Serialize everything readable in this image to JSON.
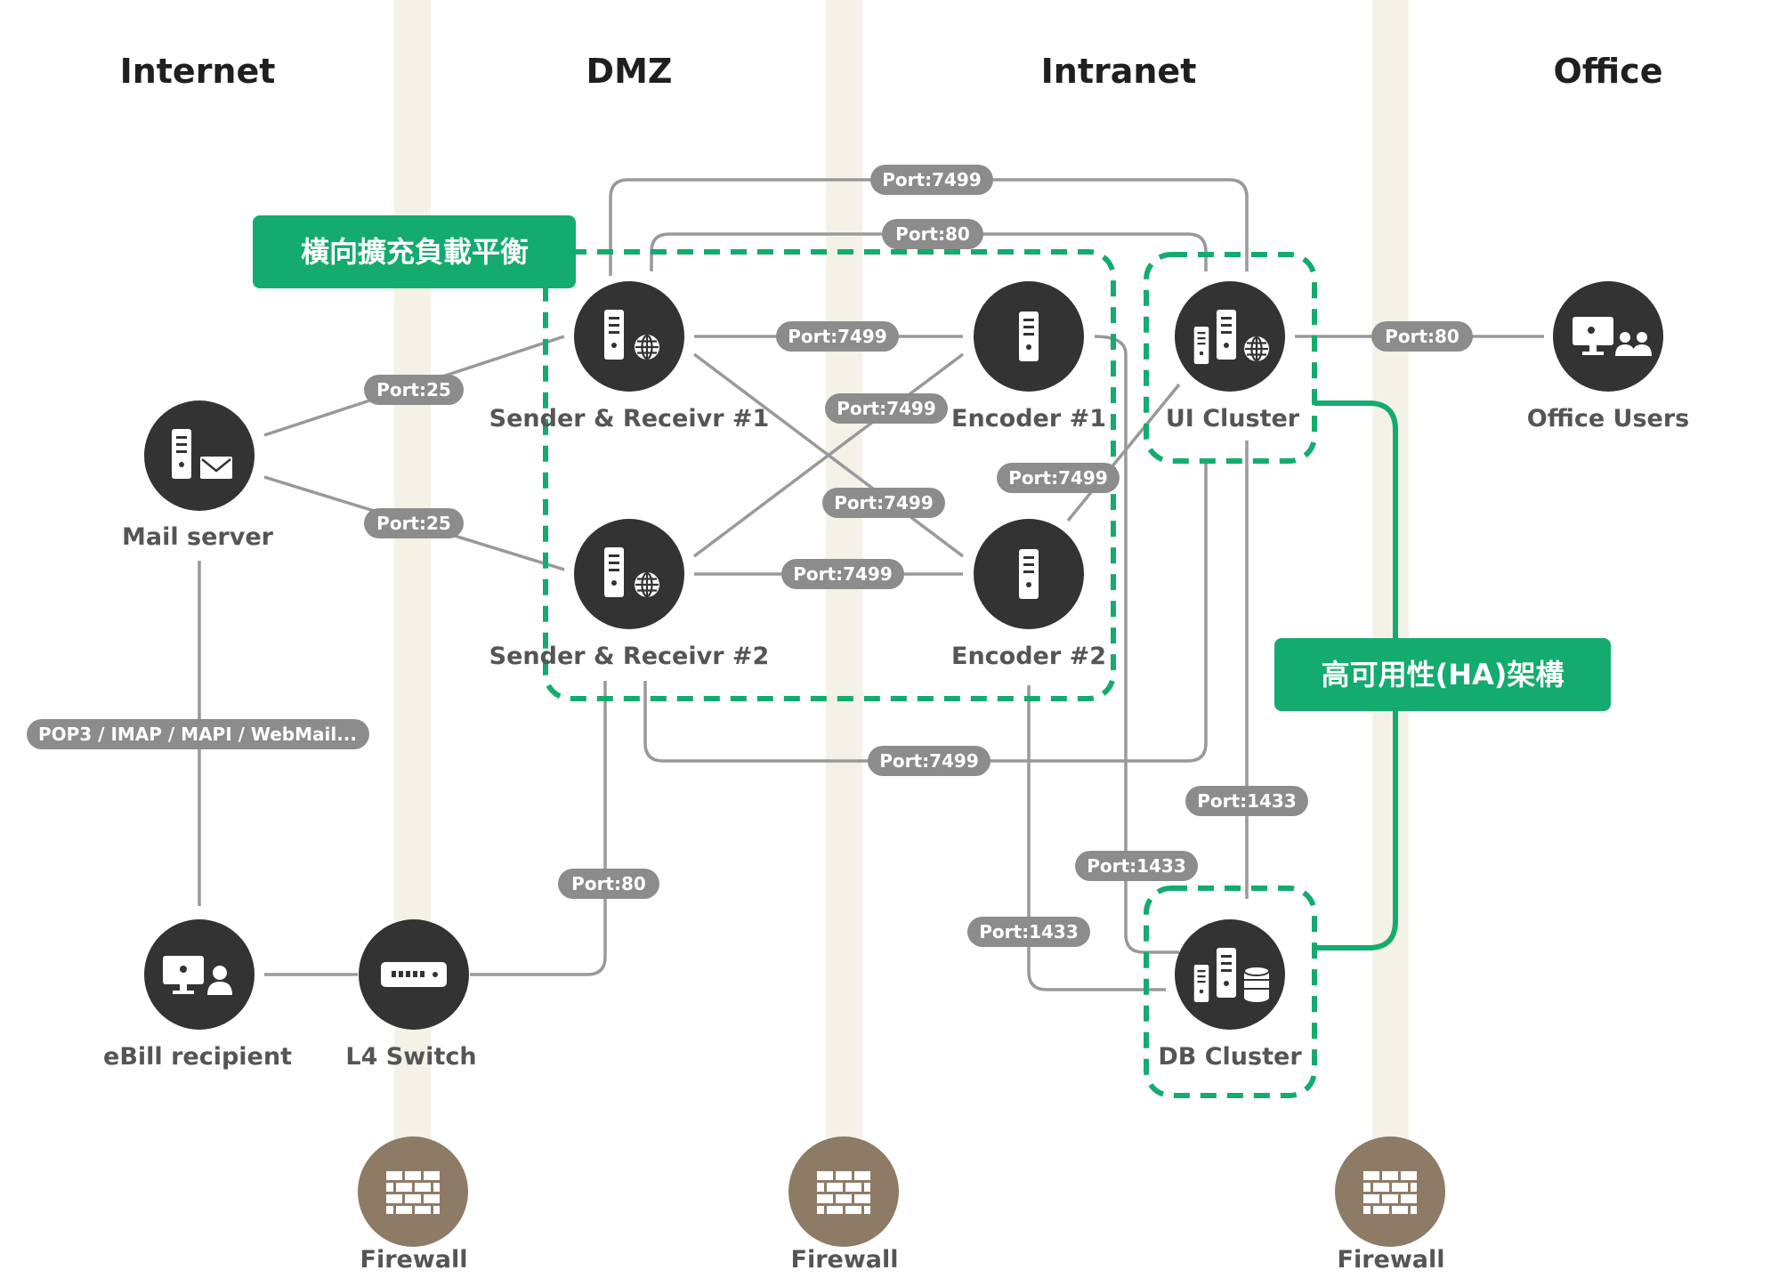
{
  "zones": {
    "internet": "Internet",
    "dmz": "DMZ",
    "intranet": "Intranet",
    "office": "Office"
  },
  "nodes": {
    "mail_server": "Mail server",
    "sender1": "Sender & Receivr #1",
    "sender2": "Sender & Receivr #2",
    "encoder1": "Encoder #1",
    "encoder2": "Encoder #2",
    "ui_cluster": "UI Cluster",
    "db_cluster": "DB Cluster",
    "office_users": "Office Users",
    "ebill_recipient": "eBill recipient",
    "l4_switch": "L4 Switch",
    "firewall_1": "Firewall",
    "firewall_2": "Firewall",
    "firewall_3": "Firewall"
  },
  "groups": {
    "scale_out": "橫向擴充負載平衡",
    "ha": "高可用性(HA)架構"
  },
  "ports": {
    "p7499_top": "Port:7499",
    "p80_top": "Port:80",
    "p25_a": "Port:25",
    "p25_b": "Port:25",
    "p7499_s1_e1": "Port:7499",
    "p7499_s2_e1": "Port:7499",
    "p7499_s1_e2": "Port:7499",
    "p7499_e2_ui": "Port:7499",
    "p7499_s2_e2": "Port:7499",
    "p80_office": "Port:80",
    "p7499_bottom": "Port:7499",
    "p1433_ui": "Port:1433",
    "p1433_e1": "Port:1433",
    "p1433_e2": "Port:1433",
    "p80_switch": "Port:80",
    "protocols": "POP3 / IMAP / MAPI / WebMail..."
  },
  "colors": {
    "node": "#333333",
    "firewall": "#8e7b66",
    "zone_stripe": "#f4f1e7",
    "connector": "#999999",
    "port_pill": "#8c8c8c",
    "group_green": "#14ab6e"
  },
  "icons": {
    "mail_server": "server-mail-icon",
    "sender": "server-globe-icon",
    "encoder": "server-icon",
    "ui_cluster": "server-cluster-globe-icon",
    "db_cluster": "server-cluster-database-icon",
    "office_users": "monitor-users-icon",
    "ebill_recipient": "monitor-user-icon",
    "l4_switch": "network-switch-icon",
    "firewall": "brick-wall-icon"
  }
}
